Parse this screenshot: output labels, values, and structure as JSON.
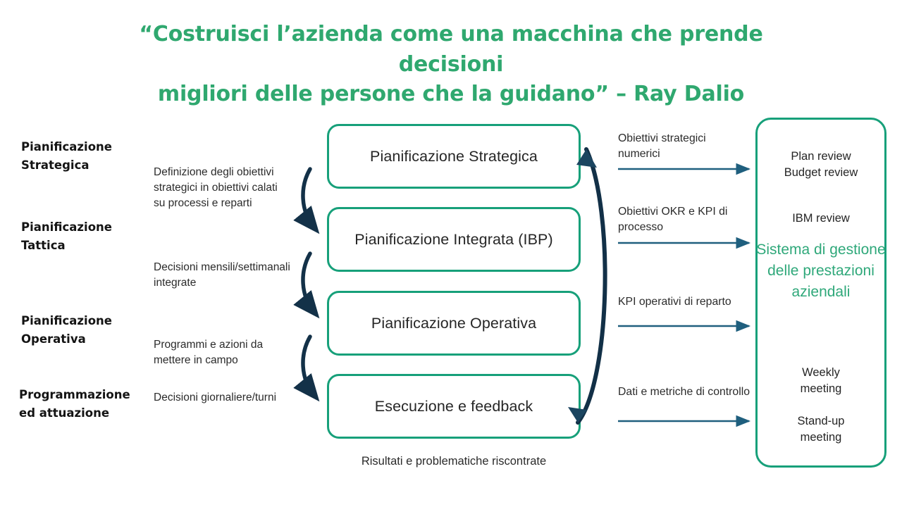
{
  "title": {
    "line1": "“Costruisci l’azienda come una macchina che prende decisioni",
    "line2": "migliori delle persone che la guidano” – Ray Dalio",
    "color": "#2fa86f"
  },
  "colors": {
    "box_border": "#17a07a",
    "arrow_flow": "#1f5f7e",
    "arrow_loop": "#123047",
    "highlight_text": "#2fa87a",
    "body_text": "#2b2b2b",
    "background": "#ffffff"
  },
  "stages": [
    {
      "label": "Pianificazione\nStrategica"
    },
    {
      "label": "Pianificazione\nTattica"
    },
    {
      "label": "Pianificazione\nOperativa"
    },
    {
      "label": "Programmazione\ned attuazione"
    }
  ],
  "descriptions": [
    {
      "text": "Definizione degli obiettivi strategici in obiettivi calati su processi e reparti"
    },
    {
      "text": "Decisioni mensili/settimanali integrate"
    },
    {
      "text": "Programmi e azioni da mettere in campo"
    },
    {
      "text": "Decisioni giornaliere/turni"
    }
  ],
  "process_boxes": [
    {
      "label": "Pianificazione Strategica"
    },
    {
      "label": "Pianificazione Integrata (IBP)"
    },
    {
      "label": "Pianificazione Operativa"
    },
    {
      "label": "Esecuzione e feedback"
    }
  ],
  "bottom_caption": "Risultati e problematiche riscontrate",
  "flow_labels": [
    {
      "text": "Obiettivi strategici numerici"
    },
    {
      "text": "Obiettivi OKR e KPI di processo"
    },
    {
      "text": "KPI operativi di reparto"
    },
    {
      "text": "Dati e metriche di controllo"
    }
  ],
  "output_panel": {
    "item_0": "Plan review\nBudget review",
    "item_1": "IBM review",
    "highlight": "Sistema di gestione delle prestazioni aziendali",
    "item_2": "Weekly\nmeeting",
    "item_3": "Stand-up\nmeeting"
  },
  "icons": {
    "cascade_arrow": "curved-down-arrow-icon",
    "feedback_loop": "feedback-loop-arrow-icon",
    "flow_arrow": "right-arrow-icon"
  }
}
